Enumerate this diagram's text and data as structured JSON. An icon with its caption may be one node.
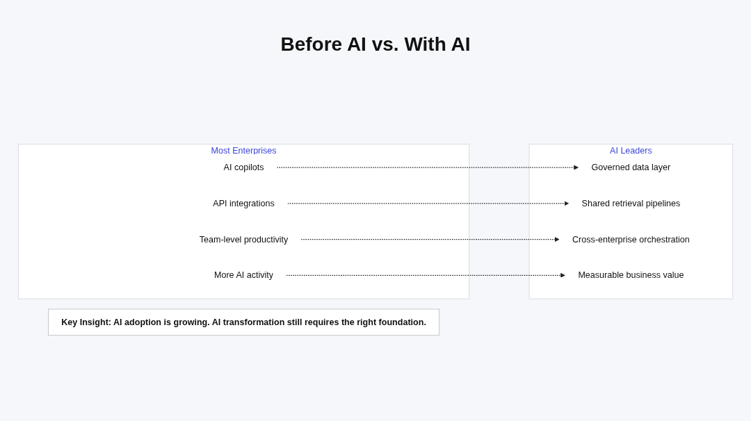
{
  "diagram": {
    "title": "Before AI vs. With AI",
    "nodes": [
      {
        "text": [
          "Most Enterprises"
        ]
      },
      {
        "text": [
          "AI copilots"
        ],
        "in": 0
      },
      {
        "text": [
          "API integrations"
        ],
        "in": 0
      },
      {
        "text": [
          "Team-level productivity"
        ],
        "in": 0
      },
      {
        "text": [
          "More AI activity"
        ],
        "in": 0
      },
      {
        "text": [
          "AI Leaders"
        ]
      },
      {
        "text": [
          "Governed data layer"
        ],
        "in": 5
      },
      {
        "text": [
          "Shared retrieval pipelines"
        ],
        "in": 5
      },
      {
        "text": [
          "Cross-enterprise orchestration"
        ],
        "in": 5
      },
      {
        "text": [
          "Measurable business value"
        ],
        "in": 5
      },
      {
        "text": [
          "Key Insight: AI adoption is growing. AI transformation still requires the right foundation."
        ]
      }
    ],
    "edges": [
      {
        "from": 1,
        "to": 6,
        "arrow": "to",
        "style": "dashed"
      },
      {
        "from": 2,
        "to": 7,
        "arrow": "to",
        "style": "dashed"
      },
      {
        "from": 3,
        "to": 8,
        "arrow": "to",
        "style": "dashed"
      },
      {
        "from": 4,
        "to": 9,
        "arrow": "to",
        "style": "dashed"
      }
    ]
  }
}
